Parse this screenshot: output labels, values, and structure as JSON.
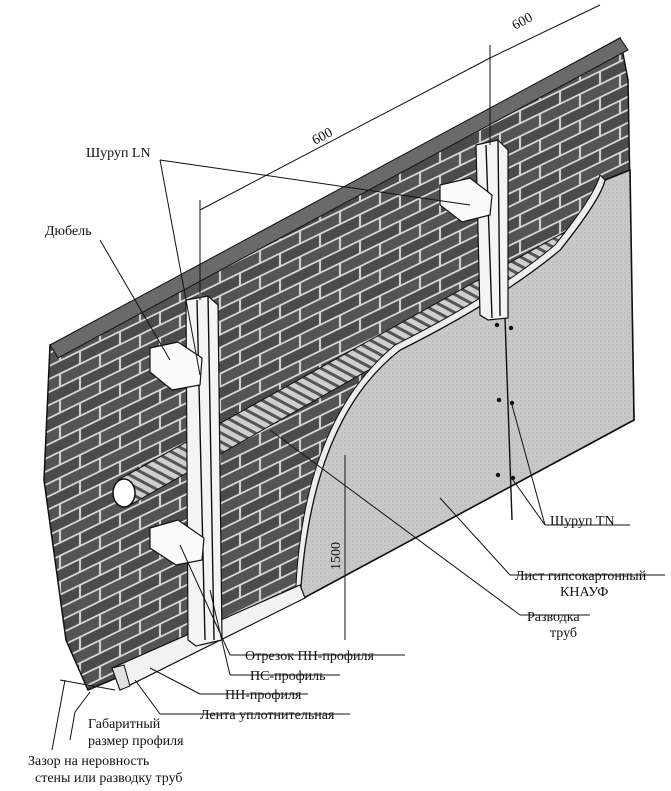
{
  "dimensions": {
    "stud_spacing_top": "600",
    "stud_spacing_mid": "600",
    "gypsum_height": "1500"
  },
  "labels": {
    "shurup_ln": "Шуруп LN",
    "dyubel": "Дюбель",
    "shurup_tn": "Шуруп TN",
    "list_line1": "Лист гипсокартонный",
    "list_line2": "КНАУФ",
    "razvodka_line1": "Разводка",
    "razvodka_line2": "труб",
    "otrezok": "Отрезок ПН-профиля",
    "ps_profil": "ПС-профиль",
    "pn_profilya": "ПН-профиля",
    "lenta": "Лента уплотнительная",
    "gabarit_line1": "Габаритный",
    "gabarit_line2": "размер профиля",
    "zazor_line1": "Зазор на неровность",
    "zazor_line2": "стены или разводку труб"
  },
  "colors": {
    "brick": "#4b4b4b",
    "mortar": "#d8d8d8",
    "gypsum": "#c9c9c9",
    "profile": "#f2f2f2",
    "line": "#111111"
  }
}
